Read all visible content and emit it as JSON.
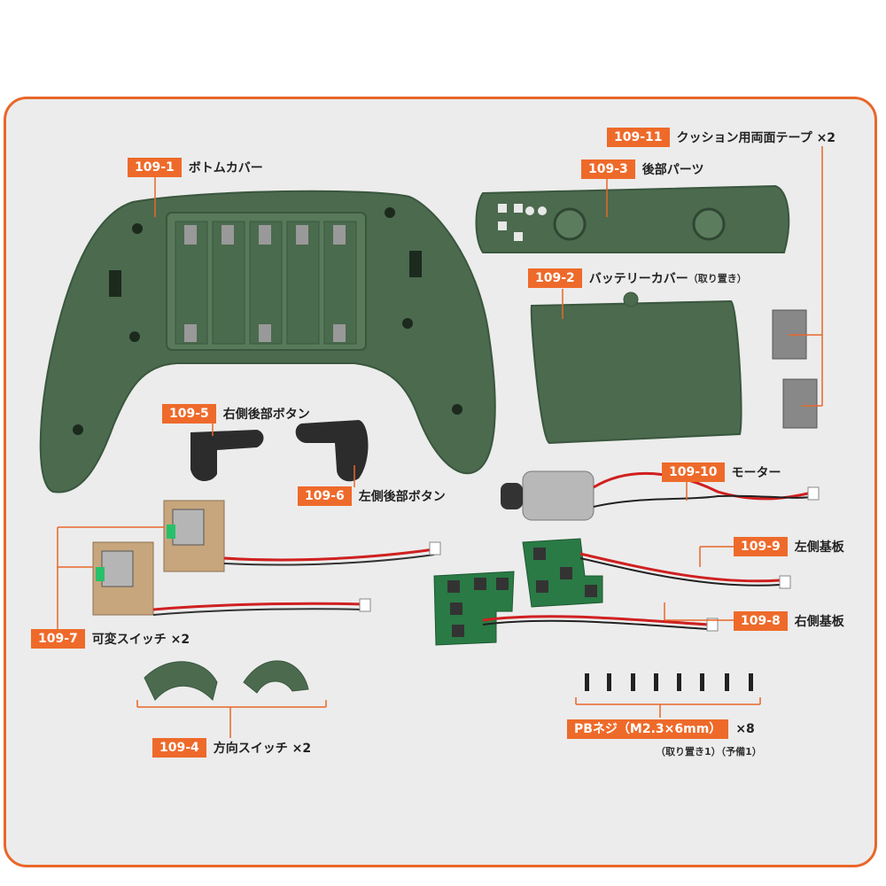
{
  "colors": {
    "frame": "#e8672a",
    "label_bg": "#ee6a2a",
    "part_green": "#4b6a4e",
    "background": "#ececec"
  },
  "parts": [
    {
      "id": "p1",
      "code": "109-1",
      "name": "ボトムカバー"
    },
    {
      "id": "p11",
      "code": "109-11",
      "name": "クッション用両面テープ ×2"
    },
    {
      "id": "p3",
      "code": "109-3",
      "name": "後部パーツ"
    },
    {
      "id": "p2",
      "code": "109-2",
      "name": "バッテリーカバー",
      "note": "（取り置き）"
    },
    {
      "id": "p5",
      "code": "109-5",
      "name": "右側後部ボタン"
    },
    {
      "id": "p6",
      "code": "109-6",
      "name": "左側後部ボタン"
    },
    {
      "id": "p10",
      "code": "109-10",
      "name": "モーター"
    },
    {
      "id": "p9",
      "code": "109-9",
      "name": "左側基板"
    },
    {
      "id": "p8",
      "code": "109-8",
      "name": "右側基板"
    },
    {
      "id": "p7",
      "code": "109-7",
      "name": "可変スイッチ ×2"
    },
    {
      "id": "p4",
      "code": "109-4",
      "name": "方向スイッチ ×2"
    }
  ],
  "screw": {
    "code": "PBネジ（M2.3×6mm）",
    "qty": "×8",
    "note": "（取り置き1）（予備1）"
  }
}
